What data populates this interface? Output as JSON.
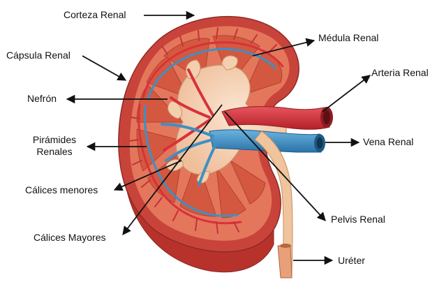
{
  "labels": {
    "corteza": "Corteza Renal",
    "medula": "Médula Renal",
    "capsula": "Cápsula Renal",
    "arteria": "Arteria Renal",
    "nefron": "Nefrón",
    "piramides_1": "Pirámides",
    "piramides_2": "Renales",
    "vena": "Vena Renal",
    "calices_menores": "Cálices menores",
    "pelvis": "Pelvis Renal",
    "calices_mayores": "Cálices Mayores",
    "ureter": "Uréter"
  },
  "colors": {
    "capsule": "#c8443a",
    "cortex": "#e4765c",
    "pyramid": "#d85a40",
    "pelvis": "#f6d2b4",
    "artery": "#d8313a",
    "vein": "#3f8fc4",
    "ureter": "#f0c49c",
    "arrow": "#111111"
  }
}
